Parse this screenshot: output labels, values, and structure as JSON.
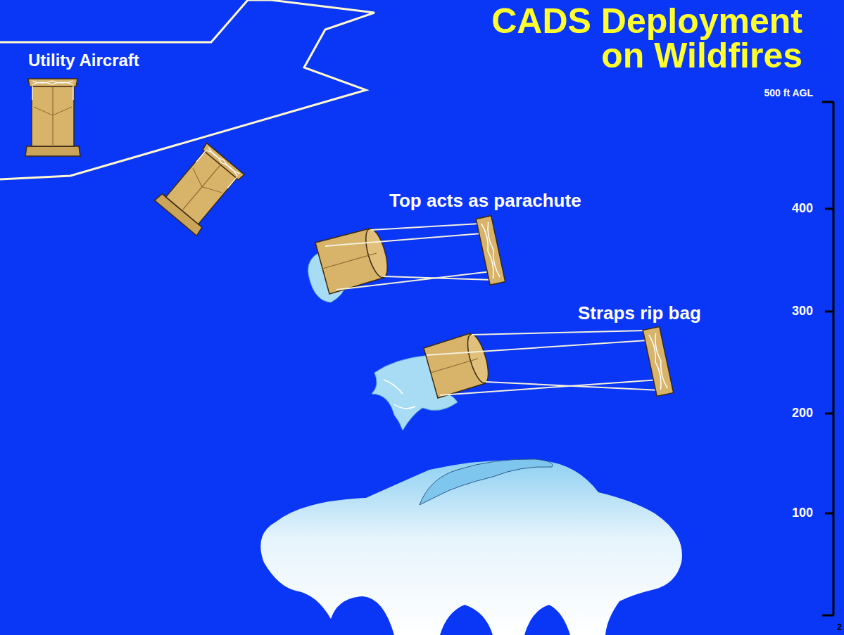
{
  "diagram": {
    "title": "CADS Deployment on Wildfires",
    "nodes": [
      {
        "text": [
          "Utility Aircraft"
        ]
      }
    ],
    "labels": [
      "Top acts as parachute",
      "Straps rip bag",
      "500 ft AGL",
      "400",
      "300",
      "200",
      "100",
      "2"
    ]
  }
}
